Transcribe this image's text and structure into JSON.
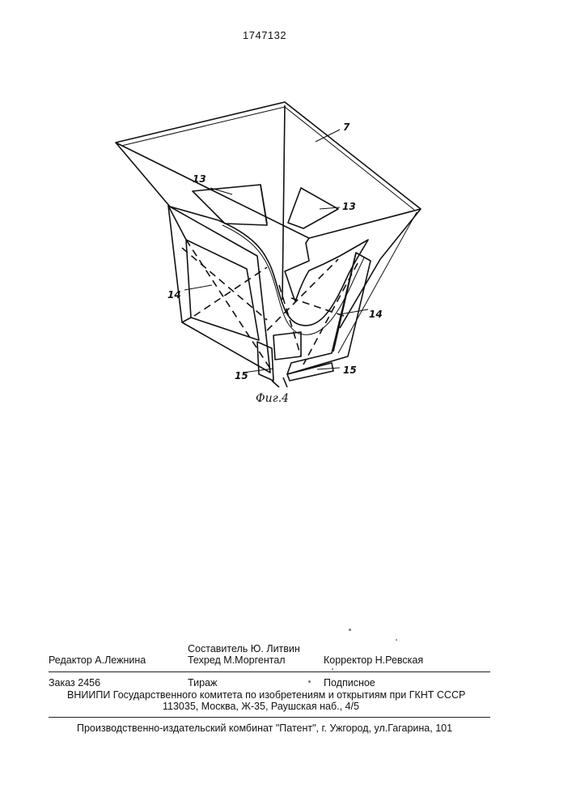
{
  "header": {
    "patent_number": "1747132"
  },
  "figure": {
    "caption": "Фиг.4",
    "callouts": {
      "funnel": "7",
      "stop_left": "13",
      "stop_right": "13",
      "panel_left": "14",
      "panel_right": "14",
      "tip_left": "15",
      "tip_right": "15"
    }
  },
  "credits": {
    "compiler": "Составитель Ю. Литвин",
    "editor": "Редактор А.Лежнина",
    "techred": "Техред М.Моргентал",
    "corrector": "Корректор Н.Ревская"
  },
  "order": {
    "order_no": "Заказ 2456",
    "circulation": "Тираж",
    "subscription": "Подписное"
  },
  "institute": {
    "line1": "ВНИИПИ Государственного комитета по изобретениям и открытиям при ГКНТ СССР",
    "line2": "113035, Москва, Ж-35, Раушская наб., 4/5"
  },
  "publisher": "Производственно-издательский комбинат \"Патент\", г. Ужгород, ул.Гагарина, 101"
}
